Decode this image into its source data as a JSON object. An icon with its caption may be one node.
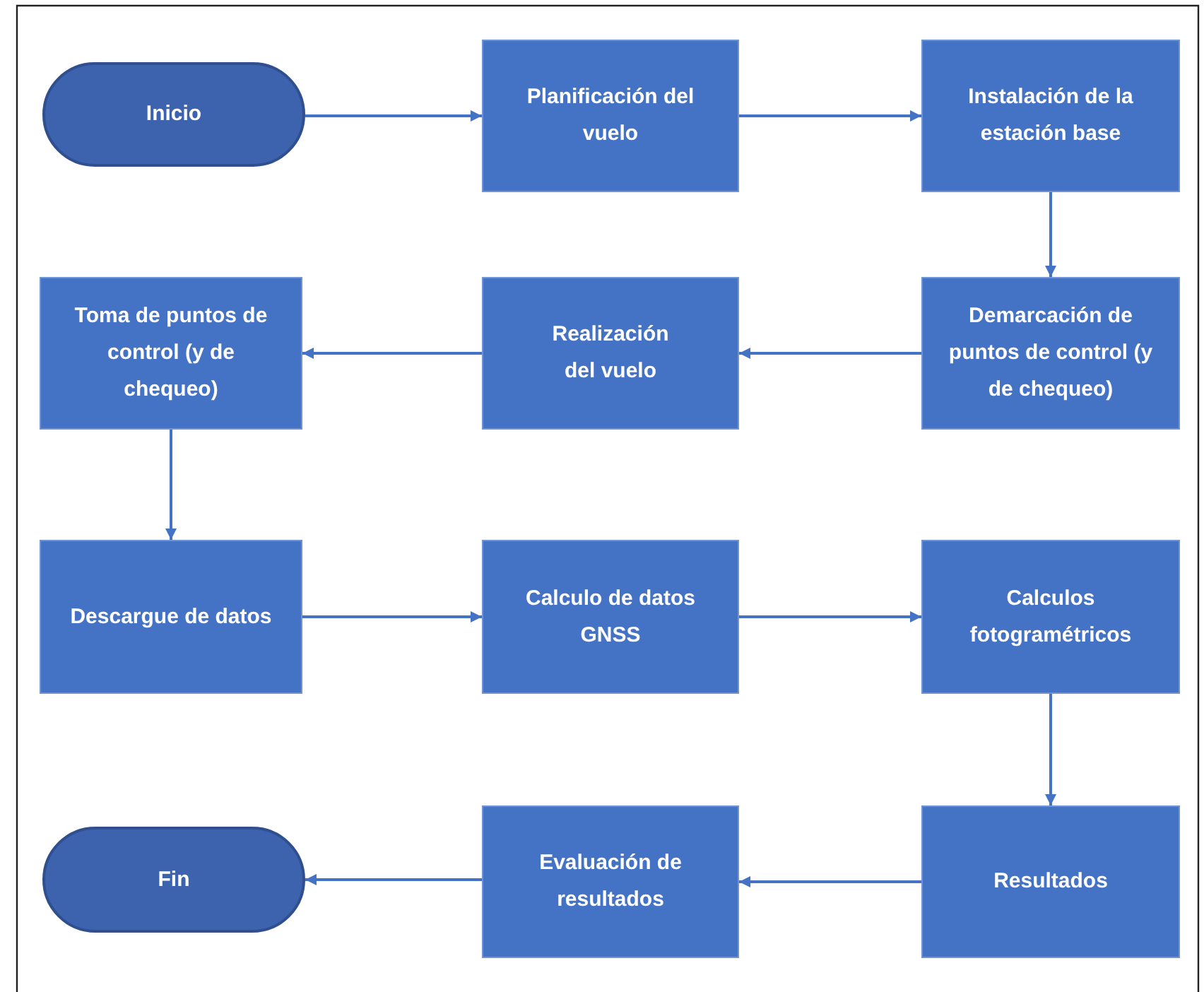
{
  "diagram": {
    "nodes": [
      {
        "text": [
          "Inicio"
        ]
      },
      {
        "text": [
          "Planificación del vuelo"
        ]
      },
      {
        "text": [
          "Instalación de la estación base"
        ]
      },
      {
        "text": [
          "Demarcación de puntos de control (y de chequeo)"
        ]
      },
      {
        "text": [
          "Realización del vuelo"
        ]
      },
      {
        "text": [
          "Toma de puntos de control (y de chequeo)"
        ]
      },
      {
        "text": [
          "Descargue de datos"
        ]
      },
      {
        "text": [
          "Calculo de datos GNSS"
        ]
      },
      {
        "text": [
          "Calculos fotogramétricos"
        ]
      },
      {
        "text": [
          "Resultados"
        ]
      },
      {
        "text": [
          "Evaluación de resultados"
        ]
      },
      {
        "text": [
          "Fin"
        ]
      }
    ],
    "edges": [
      {
        "from": 0,
        "to": 1,
        "arrow": "to"
      },
      {
        "from": 1,
        "to": 2,
        "arrow": "to"
      },
      {
        "from": 2,
        "to": 3,
        "arrow": "to"
      },
      {
        "from": 3,
        "to": 4,
        "arrow": "to"
      },
      {
        "from": 4,
        "to": 5,
        "arrow": "to"
      },
      {
        "from": 5,
        "to": 6,
        "arrow": "to"
      },
      {
        "from": 6,
        "to": 7,
        "arrow": "to"
      },
      {
        "from": 7,
        "to": 8,
        "arrow": "to"
      },
      {
        "from": 8,
        "to": 9,
        "arrow": "to"
      },
      {
        "from": 9,
        "to": 10,
        "arrow": "to"
      },
      {
        "from": 10,
        "to": 11,
        "arrow": "to"
      }
    ]
  }
}
